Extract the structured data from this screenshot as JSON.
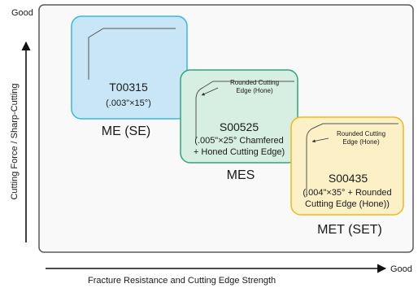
{
  "axes": {
    "y_label": "Cutting Force / Sharp-Cutting",
    "y_good": "Good",
    "x_label": "Fracture Resistance and Cutting Edge Strength",
    "x_good": "Good"
  },
  "grades": [
    {
      "code": "T00315",
      "spec_line1": "(.003\"×15°)",
      "name": "ME (SE)",
      "fill": "#c8e6f5",
      "stroke": "#3ab6e3"
    },
    {
      "code": "S00525",
      "spec_line1": "(.005\"×25° Chamfered",
      "spec_line2": "+ Honed Cutting Edge)",
      "callout_line1": "Rounded Cutting",
      "callout_line2": "Edge (Hone)",
      "name": "MES",
      "fill": "#d7efe2",
      "stroke": "#2fa67a"
    },
    {
      "code": "S00435",
      "spec_line1": "(.004\"×35° + Rounded",
      "spec_line2": "Cutting Edge (Hone))",
      "callout_line1": "Rounded Cutting",
      "callout_line2": "Edge (Hone)",
      "name": "MET (SET)",
      "fill": "#fbf0c6",
      "stroke": "#f1b81d"
    }
  ],
  "colors": {
    "frame": "#5a5a5a",
    "axis": "#111111",
    "plot_fill": "#f9f9f9"
  }
}
